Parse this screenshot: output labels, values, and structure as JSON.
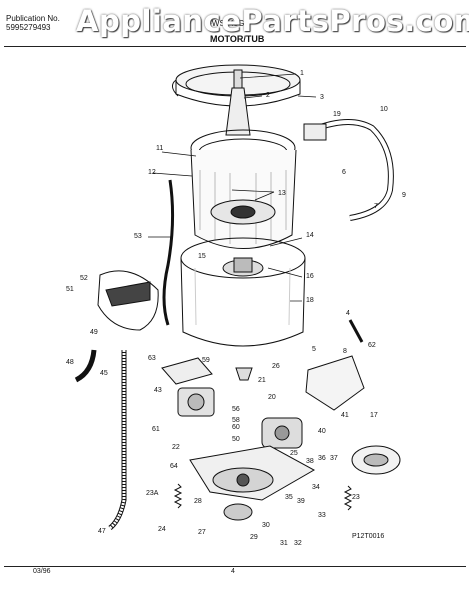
{
  "header": {
    "publication_label": "Publication No.",
    "publication_number": "5995279493",
    "model": "FWS645GF",
    "watermark": "AppliancePartsPros.com",
    "section_title": "MOTOR/TUB"
  },
  "footer": {
    "date": "03/96",
    "page": "4",
    "drawing_id": "P12T0016"
  },
  "callouts": [
    "1",
    "2",
    "3",
    "4",
    "5",
    "6",
    "7",
    "8",
    "9",
    "10",
    "11",
    "12",
    "13",
    "14",
    "15",
    "16",
    "17",
    "18",
    "19",
    "20",
    "21",
    "22",
    "23",
    "23A",
    "24",
    "25",
    "26",
    "27",
    "28",
    "29",
    "30",
    "31",
    "32",
    "33",
    "34",
    "35",
    "36",
    "37",
    "38",
    "39",
    "40",
    "41",
    "43",
    "45",
    "47",
    "48",
    "49",
    "50",
    "51",
    "52",
    "53",
    "56",
    "58",
    "59",
    "60",
    "61",
    "62",
    "63",
    "64"
  ]
}
